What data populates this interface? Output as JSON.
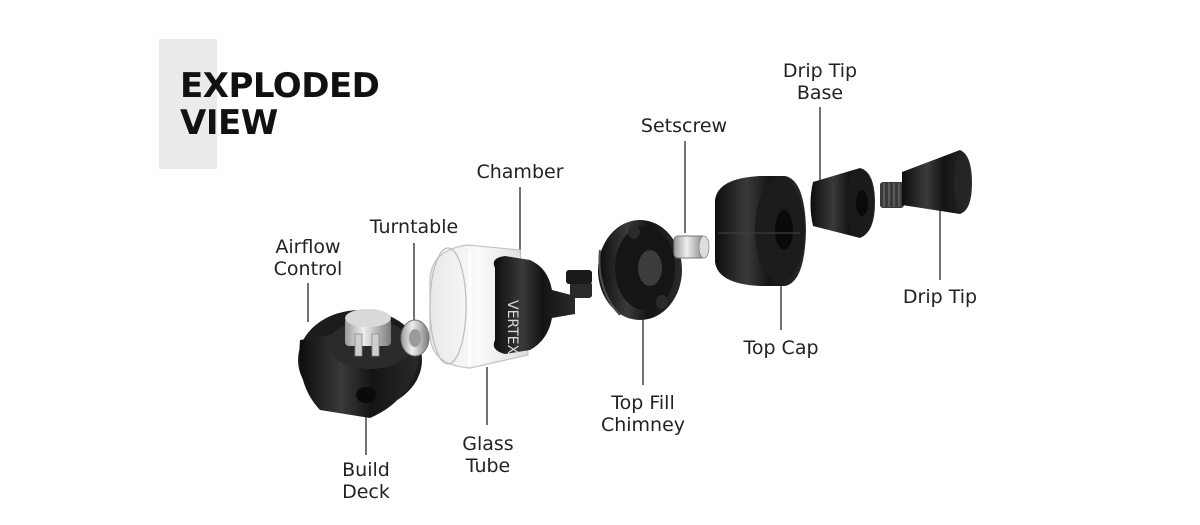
{
  "title": {
    "line1": "EXPLODED",
    "line2": "VIEW"
  },
  "labels": {
    "airflow_control": [
      "Airflow",
      "Control"
    ],
    "turntable": "Turntable",
    "chamber": "Chamber",
    "setscrew": "Setscrew",
    "drip_tip_base": [
      "Drip Tip",
      "Base"
    ],
    "drip_tip": "Drip Tip",
    "top_cap": "Top Cap",
    "top_fill_chimney": [
      "Top Fill",
      "Chimney"
    ],
    "glass_tube": [
      "Glass",
      "Tube"
    ],
    "build_deck": [
      "Build",
      "Deck"
    ]
  },
  "engraving": "VERTEX",
  "colors": {
    "part": "#1a1a1a",
    "leader": "#444444",
    "title_bar": "#ebebeb",
    "text": "#222222"
  }
}
